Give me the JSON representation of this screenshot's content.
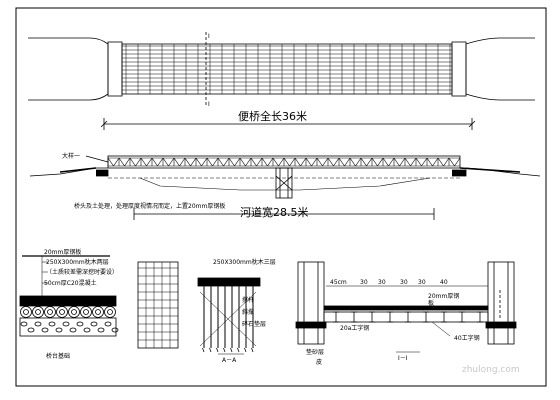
{
  "plan": {
    "section_mark_top": "I",
    "section_mark_bottom": "I",
    "length_label": "便桥全长36米"
  },
  "elevation": {
    "abutment_note": "大样一",
    "bottom_note": "桥头及土处理，处理厚度视情况而定，上置20mm厚钢板",
    "river_label": "河道宽28.5米"
  },
  "abutment_detail": {
    "steel_plate": "20mm厚钢板",
    "timber": "250X300mm枕木两层",
    "soil_note": "（土质较差需深挖时要设）",
    "concrete": "50cm厚C20混凝土",
    "caption": "桥台基础"
  },
  "pile_detail": {
    "timber": "250X300mm枕木三层",
    "brace": "撑杆",
    "strut": "斜撑",
    "gravel": "碎石垫层",
    "section_caption": "A－A"
  },
  "section_detail": {
    "dims": [
      "45cm",
      "30",
      "30",
      "30",
      "30",
      "40"
    ],
    "plate": "20mm厚钢",
    "plate2": "板",
    "beam": "20a工字钢",
    "beam2": "40工字钢",
    "gravel": "垫砂层",
    "skin": "皮",
    "caption": "I－I"
  },
  "watermark": "zhulong.com"
}
